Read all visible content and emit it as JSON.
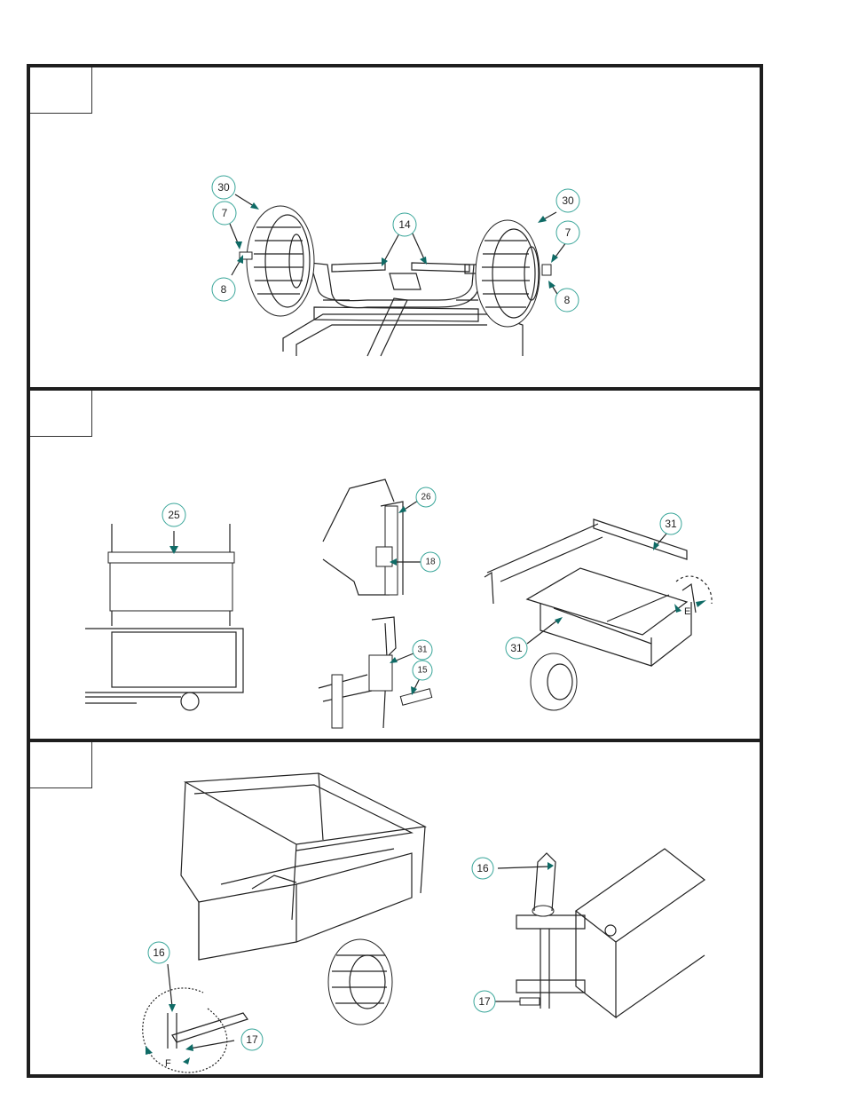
{
  "panels": [
    {
      "id": "step-1",
      "step_label": "",
      "callouts": [
        "30",
        "7",
        "8",
        "14",
        "30",
        "7",
        "8"
      ]
    },
    {
      "id": "step-2",
      "step_label": "",
      "callouts": [
        "25",
        "26",
        "18",
        "31",
        "15",
        "31",
        "31"
      ],
      "detail_letters": [
        "E"
      ]
    },
    {
      "id": "step-3",
      "step_label": "",
      "callouts": [
        "16",
        "17",
        "16",
        "17"
      ],
      "detail_letters": [
        "F"
      ]
    }
  ],
  "colors": {
    "arrow": "#0f6b66",
    "callout_ring": "#3aa69a",
    "frame": "#1e1e1e",
    "line": "#222222"
  }
}
